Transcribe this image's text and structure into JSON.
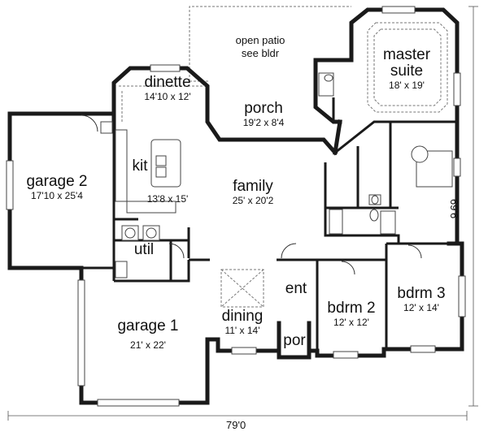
{
  "rooms": {
    "open_patio": "open patio",
    "open_patio_note": "see bldr",
    "master_suite_line1": "master",
    "master_suite_line2": "suite",
    "master_suite_size": "18' x 19'",
    "dinette": "dinette",
    "dinette_size": "14'10 x 12'",
    "porch": "porch",
    "porch_size": "19'2 x 8'4",
    "kit": "kit",
    "kit_size": "13'8 x 15'",
    "garage2": "garage 2",
    "garage2_size": "17'10 x 25'4",
    "family": "family",
    "family_size": "25' x 20'2",
    "util": "util",
    "ent": "ent",
    "dining": "dining",
    "dining_size": "11' x 14'",
    "por": "por",
    "garage1": "garage 1",
    "garage1_size": "21' x 22'",
    "bdrm2": "bdrm 2",
    "bdrm2_size": "12' x 12'",
    "bdrm3": "bdrm 3",
    "bdrm3_size": "12' x 14'"
  },
  "dimensions": {
    "width": "79'0",
    "depth": "69'6"
  }
}
